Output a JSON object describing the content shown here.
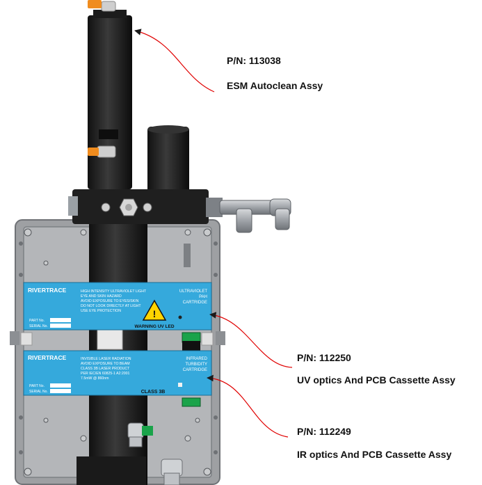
{
  "callouts": {
    "esm": {
      "pn": "P/N: 113038",
      "name": "ESM Autoclean Assy"
    },
    "uv": {
      "pn": "P/N: 112250",
      "name": "UV optics And PCB Cassette Assy"
    },
    "ir": {
      "pn": "P/N: 112249",
      "name": "IR optics And PCB Cassette Assy"
    }
  },
  "uv_cartridge": {
    "brand": "RIVERTRACE",
    "warnings": [
      "HIGH INTENSITY ULTRAVIOLET LIGHT",
      "EYE AND SKIN HAZARD",
      "AVOID EXPOSURE TO EYES/SKIN",
      "DO NOT LOOK DIRECTLY AT LIGHT",
      "USE EYE PROTECTION"
    ],
    "type_lines": [
      "ULTRAVIOLET",
      "PAH",
      "CARTRIDGE"
    ],
    "warning_label": "WARNING UV LED",
    "part_label": "PART No.",
    "serial_label": "SERIAL No."
  },
  "ir_cartridge": {
    "brand": "RIVERTRACE",
    "warnings": [
      "INVISIBLE LASER RADIATION",
      "AVOID EXPOSURE TO BEAM",
      "CLASS 3B LASER PRODUCT",
      "PER IEC/EN 60825-1 A2:2001",
      "7.5mW @ 860nm"
    ],
    "type_lines": [
      "INFRARED",
      "TURBIDITY",
      "CARTRIDGE"
    ],
    "class_label": "CLASS 3B",
    "part_label": "PART No.",
    "serial_label": "SERIAL No."
  },
  "colors": {
    "cartridge_blue": "#35a9dc",
    "callout_arrow": "#e00000",
    "enclosure_grey": "#9ea0a3",
    "body_black": "#222222"
  }
}
